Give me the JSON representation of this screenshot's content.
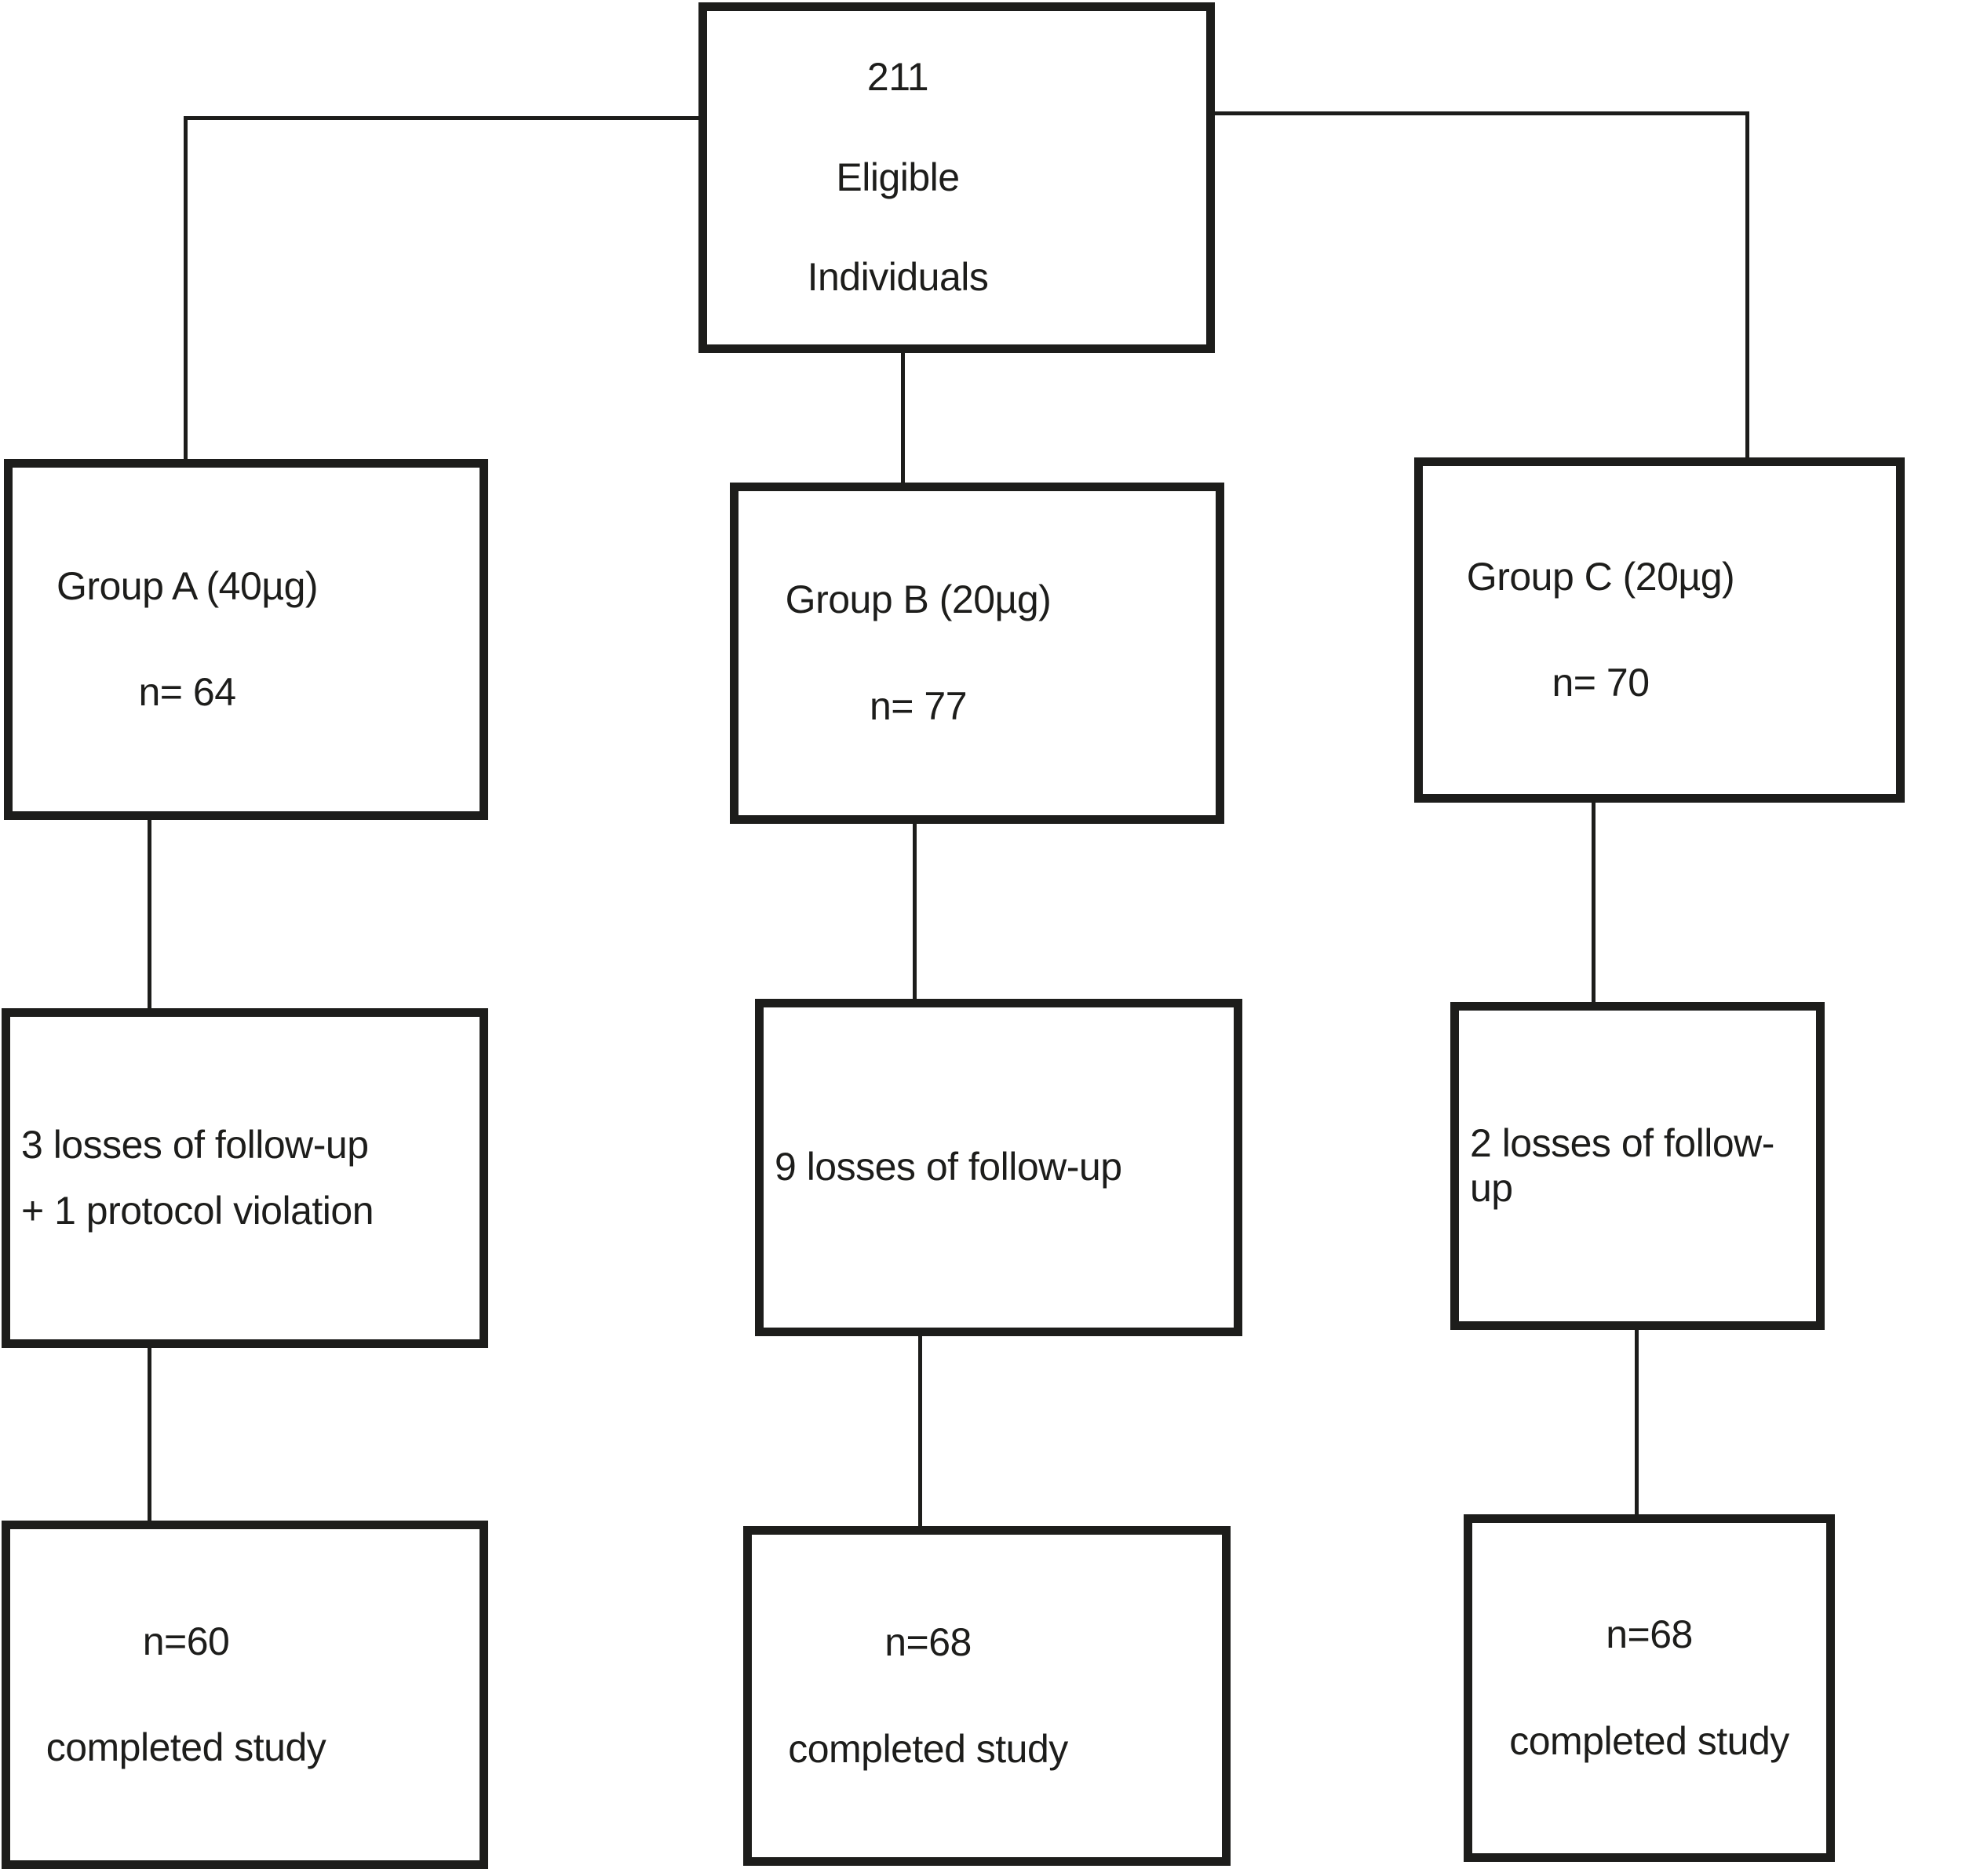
{
  "colors": {
    "line": "#1d1d1b",
    "text": "#1d1d1b",
    "background": "#ffffff"
  },
  "boxes": {
    "eligible": {
      "lines": [
        "211",
        "Eligible",
        "Individuals"
      ]
    },
    "group_a": {
      "lines": [
        "Group A (40µg)",
        "n= 64"
      ]
    },
    "group_b": {
      "lines": [
        "Group B (20µg)",
        "n= 77"
      ]
    },
    "group_c": {
      "lines": [
        "Group C (20µg)",
        "n= 70"
      ]
    },
    "loss_a": {
      "lines": [
        "3 losses of follow-up",
        "+ 1 protocol violation"
      ]
    },
    "loss_b": {
      "lines": [
        "9 losses of follow-up"
      ]
    },
    "loss_c": {
      "lines": [
        "2 losses of follow-up"
      ]
    },
    "completed_a": {
      "lines": [
        "n=60",
        "completed study"
      ]
    },
    "completed_b": {
      "lines": [
        "n=68",
        "completed study"
      ]
    },
    "completed_c": {
      "lines": [
        "n=68",
        "completed study"
      ]
    }
  }
}
